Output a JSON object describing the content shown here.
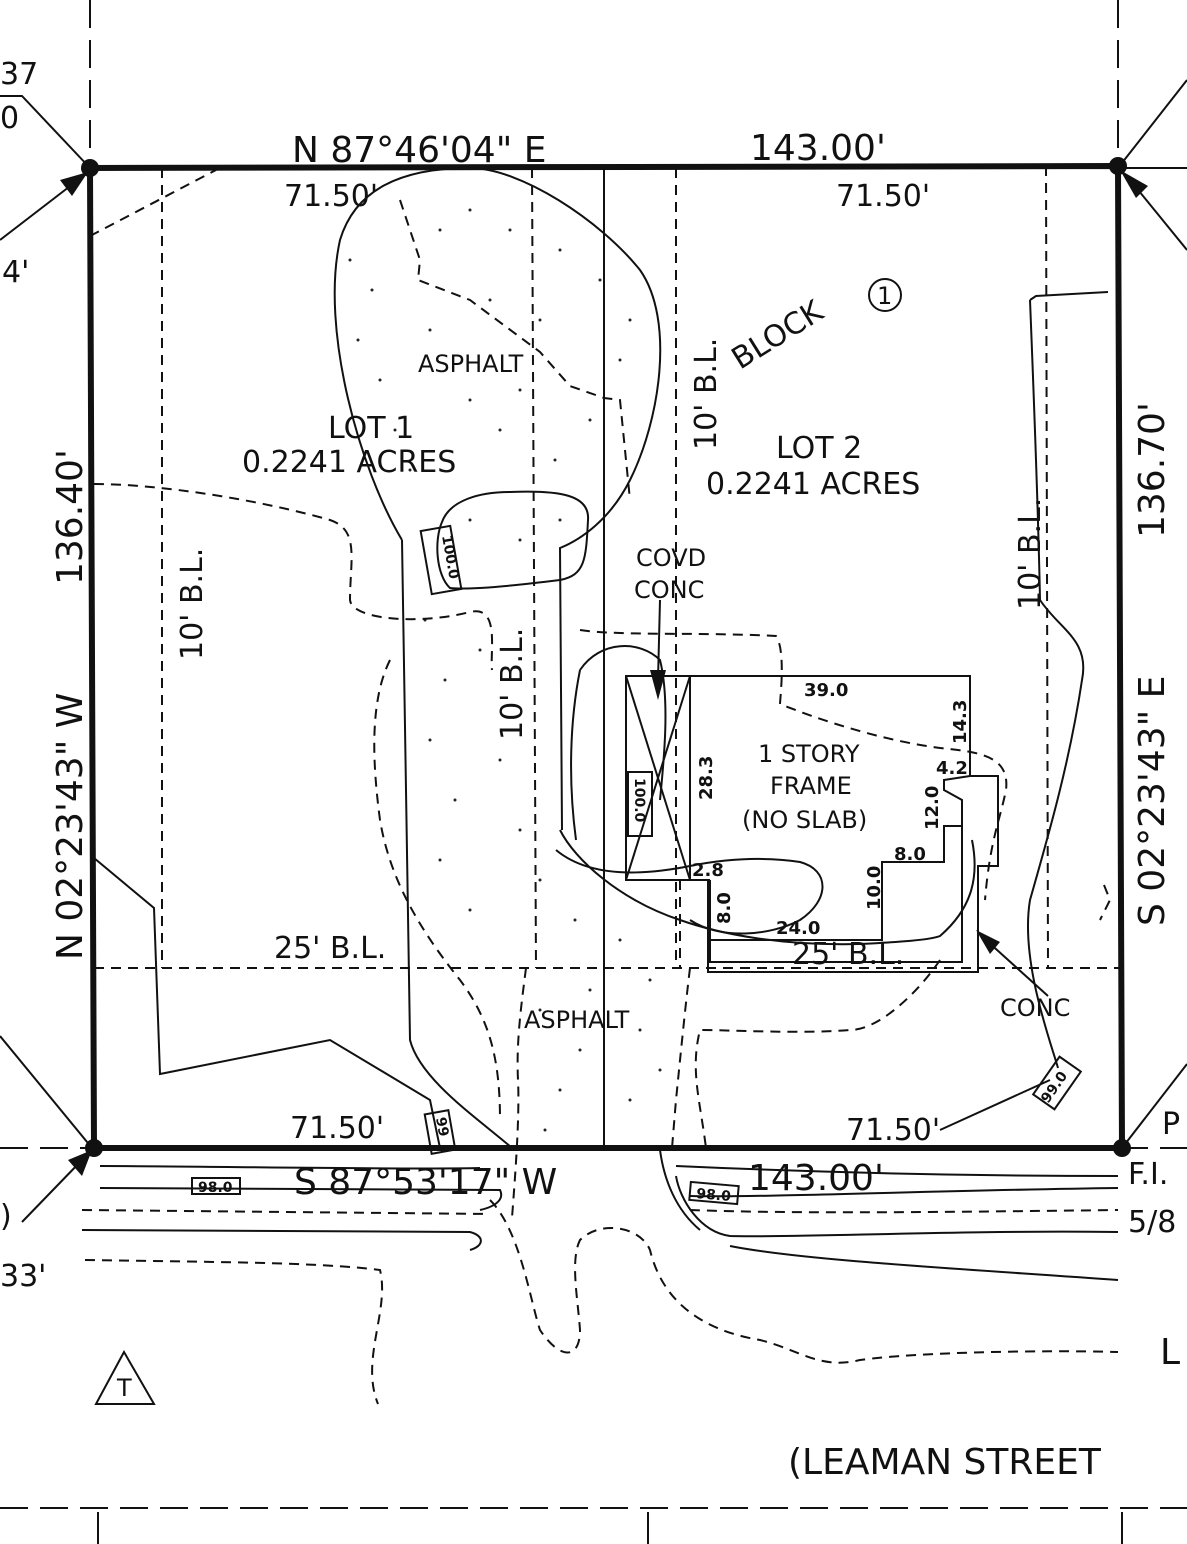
{
  "bearings": {
    "north": "N 87°46'04\" E",
    "north_distance": "143.00'",
    "south": "S 87°53'17\" W",
    "south_distance": "143.00'",
    "west": "N 02°23'43\" W",
    "west_distance": "136.40'",
    "east": "S 02°23'43\" E",
    "east_distance": "136.70'"
  },
  "segments": {
    "north_lot1": "71.50'",
    "north_lot2": "71.50'",
    "south_lot1": "71.50'",
    "south_lot2": "71.50'"
  },
  "block": "BLOCK",
  "block_number": "1",
  "lots": [
    {
      "name": "LOT 1",
      "area": "0.2241 ACRES"
    },
    {
      "name": "LOT 2",
      "area": "0.2241 ACRES"
    }
  ],
  "building_lines": {
    "side": "10' B.L.",
    "front": "25' B.L."
  },
  "surfaces": {
    "asphalt": "ASPHALT",
    "covered_concrete_1": "COVD",
    "covered_concrete_2": "CONC",
    "concrete": "CONC"
  },
  "house": {
    "line1": "1 STORY",
    "line2": "FRAME",
    "line3": "(NO SLAB)",
    "dims": {
      "top": "39.0",
      "right_upper": "14.3",
      "step_top": "4.2",
      "step_side": "12.0",
      "step_mid": "8.0",
      "step_low": "10.0",
      "bottom": "24.0",
      "left_height": "28.3",
      "left_low": "8.0",
      "left_step": "2.8"
    }
  },
  "elevations": {
    "e1": "100.0",
    "e2": "100.0",
    "e3": "99.0",
    "e4": "99",
    "e5": "98.0",
    "e6": "98.0"
  },
  "offsheet": {
    "top_left_1": "37",
    "top_left_2": "0",
    "left_mid": "4'",
    "left_low_1": ")",
    "left_low_2": "33'",
    "right_1": "P",
    "right_2": "F.I.",
    "right_3": "5/8",
    "right_4": "L"
  },
  "street": "(LEAMAN STREET",
  "marker": "T"
}
